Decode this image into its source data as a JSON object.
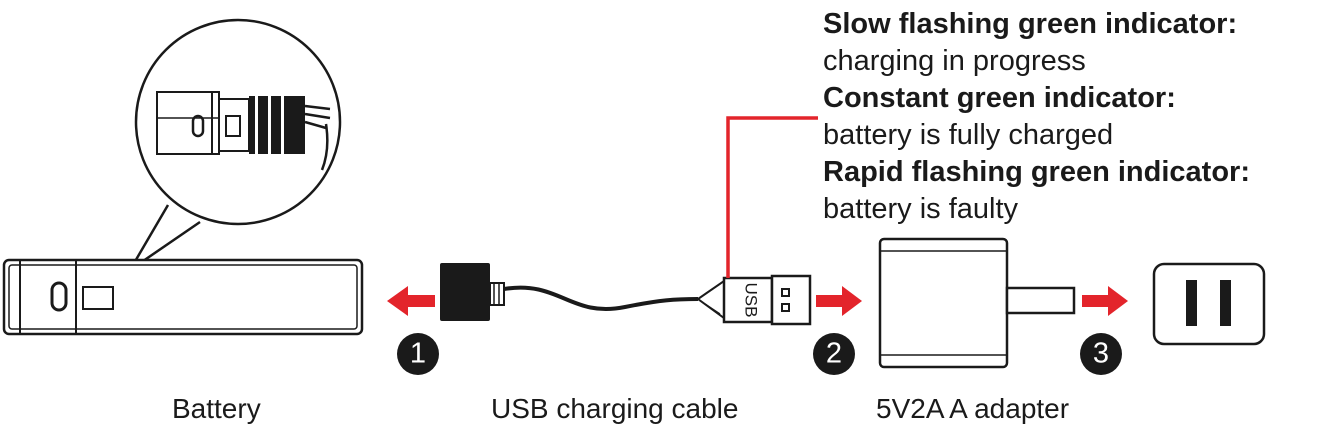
{
  "status_legend": [
    {
      "title": "Slow flashing green indicator:",
      "description": "charging in progress"
    },
    {
      "title": "Constant green indicator:",
      "description": "battery is fully charged"
    },
    {
      "title": "Rapid flashing green indicator:",
      "description": "battery is faulty"
    }
  ],
  "components": {
    "battery": "Battery",
    "cable": "USB charging cable",
    "adapter": "5V2A A adapter"
  },
  "usb_plug_text": "USB",
  "steps": [
    "1",
    "2",
    "3"
  ],
  "colors": {
    "accent": "#e3242b",
    "ink": "#1a1a1a",
    "step_badge": "#1a1a1a"
  }
}
